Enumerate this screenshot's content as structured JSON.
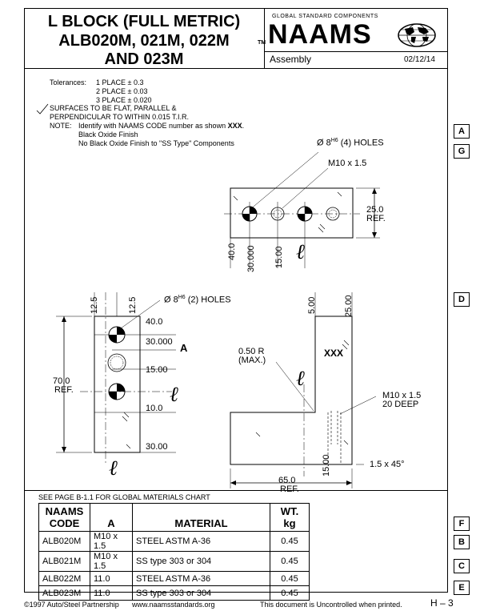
{
  "title": {
    "line1": "L BLOCK (FULL METRIC)",
    "line2": "ALB020M, 021M, 022M",
    "line3": "AND 023M"
  },
  "brand": {
    "tagline": "GLOBAL STANDARD COMPONENTS",
    "tm": "TM",
    "logo": "NAAMS"
  },
  "header": {
    "category": "Assembly",
    "date": "02/12/14"
  },
  "notes": {
    "tolerances_label": "Tolerances:",
    "tol1": "1 PLACE ± 0.3",
    "tol2": "2 PLACE ± 0.03",
    "tol3": "3 PLACE ± 0.020",
    "surfaces1": "SURFACES TO BE FLAT, PARALLEL &",
    "surfaces2": "PERPENDICULAR TO WITHIN 0.015 T.I.R.",
    "note_label": "NOTE:",
    "note1_pre": "Identify with NAAMS CODE number as shown ",
    "note1_code": "XXX",
    "note1_post": ".",
    "note2": "Black Oxide Finish",
    "note3": "No Black Oxide Finish to \"SS Type\" Components"
  },
  "tabs": [
    "A",
    "G",
    "D",
    "F",
    "B",
    "C",
    "E"
  ],
  "top_view": {
    "holes_prefix": "Ø 8",
    "holes_sup": "H6",
    "holes_suffix": " (4) HOLES",
    "thread": "M10 x 1.5",
    "dim_height": "25.0",
    "dim_ref": "REF.",
    "dim_a": "40.0",
    "dim_b": "30.000",
    "dim_c": "15.00"
  },
  "front_view": {
    "dim_top_a": "12.5",
    "dim_top_b": "12.5",
    "holes_prefix": "Ø 8",
    "holes_sup": "H6",
    "holes_suffix": " (2) HOLES",
    "dim_40": "40.0",
    "dim_30000": "30.000",
    "datum": "A",
    "dim_15": "15.00",
    "dim_10": "10.0",
    "dim_30": "30.00",
    "height": "70.0",
    "height_ref": "REF."
  },
  "side_view": {
    "dim_5": "5.00",
    "dim_25": "25.00",
    "radius1": "0.50 R",
    "radius2": "(MAX.)",
    "code": "XXX",
    "thread1": "M10 x 1.5",
    "thread2": "20 DEEP",
    "dim_15": "15.00",
    "chamfer": "1.5 x 45°",
    "length": "65.0",
    "length_ref": "REF."
  },
  "materials_note": "SEE PAGE B-1.1 FOR GLOBAL MATERIALS CHART",
  "table": {
    "headers": {
      "code1": "NAAMS",
      "code2": "CODE",
      "a": "A",
      "material": "MATERIAL",
      "wt1": "WT.",
      "wt2": "kg"
    },
    "rows": [
      {
        "code": "ALB020M",
        "a": "M10 x 1.5",
        "material": "STEEL ASTM A-36",
        "wt": "0.45"
      },
      {
        "code": "ALB021M",
        "a": "M10 x 1.5",
        "material": "SS type 303 or 304",
        "wt": "0.45"
      },
      {
        "code": "ALB022M",
        "a": "11.0",
        "material": "STEEL ASTM A-36",
        "wt": "0.45"
      },
      {
        "code": "ALB023M",
        "a": "11.0",
        "material": "SS type 303 or 304",
        "wt": "0.45"
      }
    ]
  },
  "footer": {
    "copyright": "©1997 Auto/Steel Partnership",
    "url": "www.naamsstandards.org",
    "disclaimer": "This document is Uncontrolled when printed.",
    "page": "H – 3"
  },
  "colors": {
    "ink": "#000000",
    "paper": "#ffffff"
  }
}
